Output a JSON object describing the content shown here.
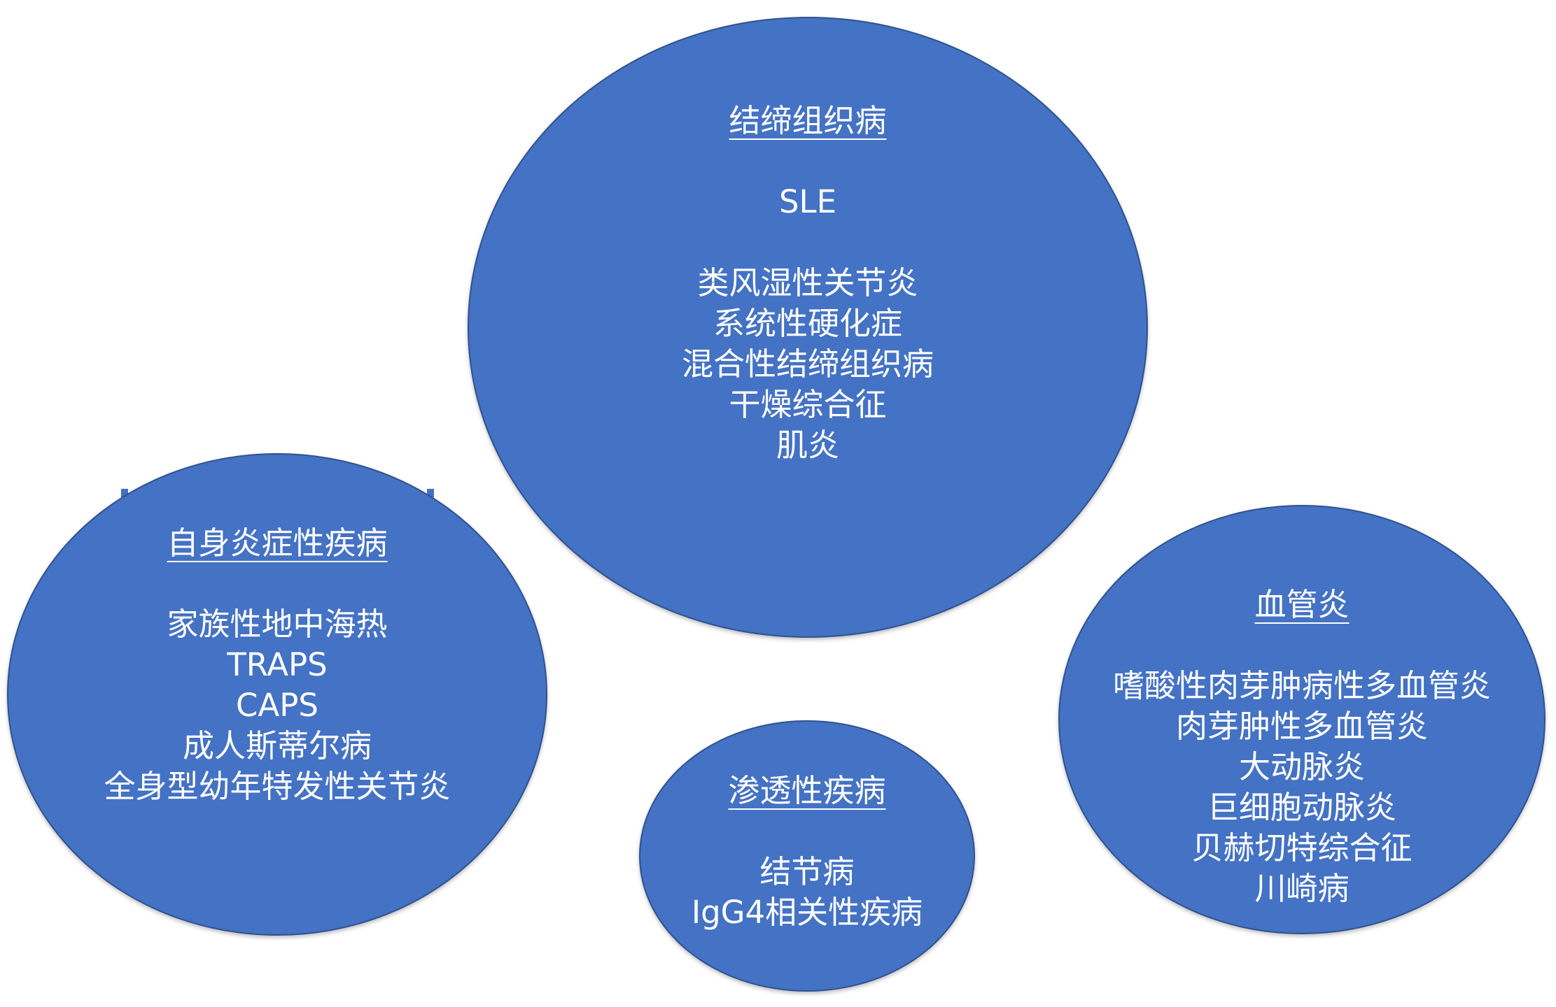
{
  "diagram": {
    "background": "#ffffff",
    "bubble_fill": "#4472c4",
    "bubble_stroke": "#2f528f",
    "text_color": "#ffffff",
    "groups": [
      {
        "id": "connective-tissue",
        "title": "结缔组织病",
        "highlight": "SLE",
        "items": [
          "类风湿性关节炎",
          "系统性硬化症",
          "混合性结缔组织病",
          "干燥综合征",
          "肌炎"
        ]
      },
      {
        "id": "autoinflammatory",
        "title": "自身炎症性疾病",
        "items": [
          "家族性地中海热",
          "TRAPS",
          "CAPS",
          "成人斯蒂尔病",
          "全身型幼年特发性关节炎"
        ]
      },
      {
        "id": "infiltrative",
        "title": "渗透性疾病",
        "items": [
          "结节病",
          "IgG4相关性疾病"
        ]
      },
      {
        "id": "vasculitis",
        "title": "血管炎",
        "items": [
          "嗜酸性肉芽肿病性多血管炎",
          "肉芽肿性多血管炎",
          "大动脉炎",
          "巨细胞动脉炎",
          "贝赫切特综合征",
          "川崎病"
        ]
      }
    ]
  }
}
